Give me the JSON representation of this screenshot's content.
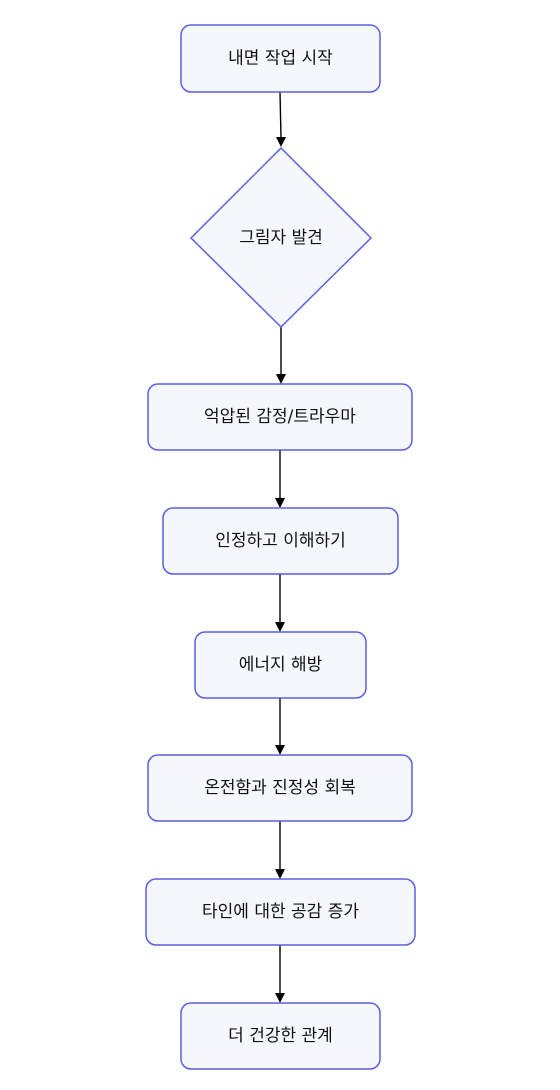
{
  "colors": {
    "node_fill": "#f4f8fd",
    "node_stroke": "#5b5ee0",
    "edge": "#000000",
    "text": "#111111"
  },
  "nodes": [
    {
      "id": "start",
      "shape": "rounded-rect",
      "label": "내면 작업 시작"
    },
    {
      "id": "shadow",
      "shape": "diamond",
      "label": "그림자 발견"
    },
    {
      "id": "repressed",
      "shape": "rounded-rect",
      "label": "억압된 감정/트라우마"
    },
    {
      "id": "accept",
      "shape": "rounded-rect",
      "label": "인정하고 이해하기"
    },
    {
      "id": "release",
      "shape": "rounded-rect",
      "label": "에너지 해방"
    },
    {
      "id": "recover",
      "shape": "rounded-rect",
      "label": "온전함과 진정성 회복"
    },
    {
      "id": "empathy",
      "shape": "rounded-rect",
      "label": "타인에 대한 공감 증가"
    },
    {
      "id": "relation",
      "shape": "rounded-rect",
      "label": "더 건강한 관계"
    }
  ],
  "edges": [
    {
      "from": "start",
      "to": "shadow"
    },
    {
      "from": "shadow",
      "to": "repressed"
    },
    {
      "from": "repressed",
      "to": "accept"
    },
    {
      "from": "accept",
      "to": "release"
    },
    {
      "from": "release",
      "to": "recover"
    },
    {
      "from": "recover",
      "to": "empathy"
    },
    {
      "from": "empathy",
      "to": "relation"
    }
  ]
}
